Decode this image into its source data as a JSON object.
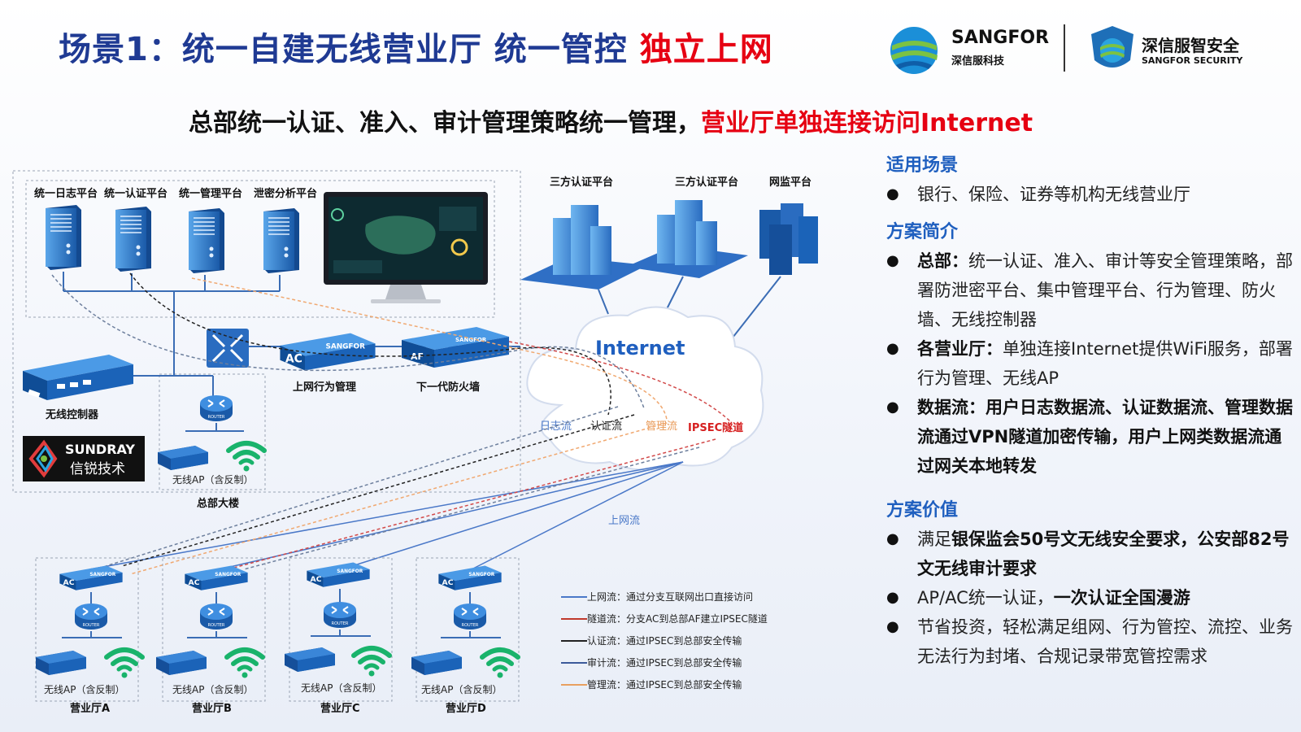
{
  "header": {
    "title_blue": "场景1：统一自建无线营业厅 统一管控",
    "title_red": "独立上网",
    "subtitle_black": "总部统一认证、准入、审计管理策略统一管理，",
    "subtitle_red": "营业厅单独连接访问Internet"
  },
  "logos": {
    "sangfor_main": "SANGFOR",
    "sangfor_sub": "深信服科技",
    "security_main": "深信服智安全",
    "security_sub": "SANGFOR SECURITY",
    "sundray_main": "SUNDRAY",
    "sundray_sub": "信锐技术"
  },
  "diagram": {
    "hq_platforms": [
      "统一日志平台",
      "统一认证平台",
      "统一管理平台",
      "泄密分析平台"
    ],
    "ac_label": "上网行为管理",
    "af_label": "下一代防火墙",
    "wlc_label": "无线控制器",
    "hq_ap_label": "无线AP（含反制）",
    "hq_building": "总部大楼",
    "third_party_1": "三方认证平台",
    "third_party_2": "三方认证平台",
    "monitor_platform": "网监平台",
    "internet": "Internet",
    "flow_log": "日志流",
    "flow_auth": "认证流",
    "flow_mgmt": "管理流",
    "flow_ipsec": "IPSEC隧道",
    "flow_web": "上网流",
    "device_ac": "AC",
    "device_af": "AF",
    "device_brand": "SANGFOR",
    "router_text": "ROUTER",
    "branches": [
      {
        "ap": "无线AP（含反制）",
        "name": "营业厅A"
      },
      {
        "ap": "无线AP（含反制）",
        "name": "营业厅B"
      },
      {
        "ap": "无线AP（含反制）",
        "name": "营业厅C"
      },
      {
        "ap": "无线AP（含反制）",
        "name": "营业厅D"
      }
    ],
    "legend": [
      {
        "text": "上网流：通过分支互联网出口直接访问",
        "color": "#4a78c8"
      },
      {
        "text": "隧道流：分支AC到总部AF建立IPSEC隧道",
        "color": "#c0392b"
      },
      {
        "text": "认证流：通过IPSEC到总部安全传输",
        "color": "#222222"
      },
      {
        "text": "审计流：通过IPSEC到总部安全传输",
        "color": "#3b5a9a"
      },
      {
        "text": "管理流：通过IPSEC到总部安全传输",
        "color": "#e8a060"
      }
    ]
  },
  "panel": {
    "scene_title": "适用场景",
    "scene_item": "银行、保险、证券等机构无线营业厅",
    "intro_title": "方案简介",
    "intro_items": [
      {
        "bold": "总部：",
        "text": "统一认证、准入、审计等安全管理策略，部署防泄密平台、集中管理平台、行为管理、防火墙、无线控制器"
      },
      {
        "bold": "各营业厅：",
        "text": "单独连接Internet提供WiFi服务，部署行为管理、无线AP"
      },
      {
        "bold": "数据流：用户日志数据流、认证数据流、管理数据流通过VPN隧道加密传输，用户上网类数据流通过网关本地转发",
        "text": ""
      }
    ],
    "value_title": "方案价值",
    "value_items": [
      {
        "pre": "满足",
        "bold": "银保监会50号文无线安全要求，公安部82号文无线审计要求",
        "post": ""
      },
      {
        "pre": "AP/AC统一认证，",
        "bold": "一次认证全国漫游",
        "post": ""
      },
      {
        "pre": "节省投资，轻松满足组网、行为管控、流控、业务无法行为封堵、合规记录带宽管控需求",
        "bold": "",
        "post": ""
      }
    ]
  },
  "colors": {
    "title_blue": "#1f3a93",
    "accent_red": "#e60012",
    "section_blue": "#1f5fbf",
    "device_blue": "#1e5fb4"
  }
}
